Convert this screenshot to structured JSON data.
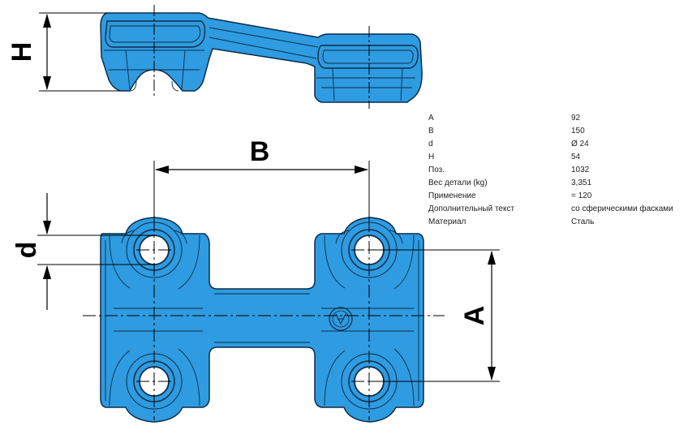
{
  "dimension_labels": {
    "H": "H",
    "B": "B",
    "d": "d",
    "A": "A"
  },
  "specs": [
    {
      "key": "A",
      "value": "92"
    },
    {
      "key": "B",
      "value": "150"
    },
    {
      "key": "d",
      "value": "Ø 24"
    },
    {
      "key": "H",
      "value": "54"
    },
    {
      "key": "Поз.",
      "value": "1032"
    },
    {
      "key": "Вес детали (kg)",
      "value": "3,351"
    },
    {
      "key": "Применение",
      "value": "= 120"
    },
    {
      "key": "Дополнительный текст",
      "value": "со сферическими фасками"
    },
    {
      "key": "Материал",
      "value": "Сталь"
    }
  ],
  "colors": {
    "part_fill": "#2f9be0",
    "part_stroke": "#0c2d4a",
    "line": "#000000"
  }
}
